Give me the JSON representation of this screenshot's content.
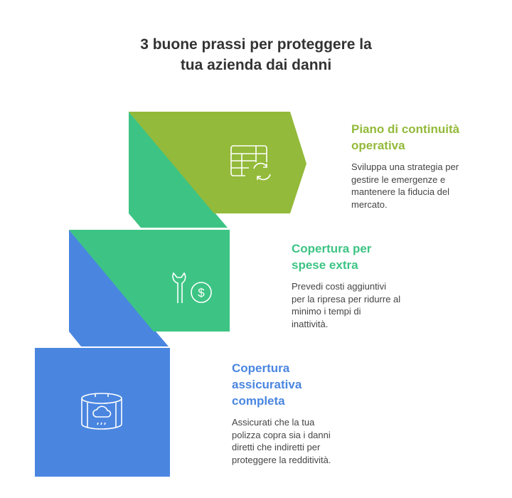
{
  "title_line1": "3 buone prassi per proteggere la",
  "title_line2": "tua azienda dai danni",
  "steps": [
    {
      "heading_l1": "Piano di continuità",
      "heading_l2": "operativa",
      "heading_l3": "",
      "desc": [
        "Sviluppa una strategia per",
        "gestire le emergenze e",
        "mantenere la fiducia del",
        "mercato."
      ],
      "color": "#93BA3A",
      "icon": "spreadsheet-sync-icon"
    },
    {
      "heading_l1": "Copertura per",
      "heading_l2": "spese extra",
      "heading_l3": "",
      "desc": [
        "Prevedi costi aggiuntivi",
        "per la ripresa per ridurre al",
        "minimo i tempi di",
        "inattività."
      ],
      "color": "#3DC484",
      "icon": "wrench-dollar-icon"
    },
    {
      "heading_l1": "Copertura",
      "heading_l2": "assicurativa",
      "heading_l3": "completa",
      "desc": [
        "Assicurati che la tua",
        "polizza copra sia i danni",
        "diretti che indiretti per",
        "proteggere la redditività."
      ],
      "color": "#4A86E0",
      "icon": "weather-cylinder-icon"
    }
  ]
}
